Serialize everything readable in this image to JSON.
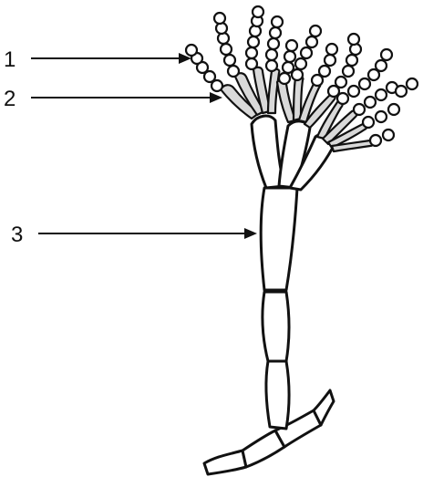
{
  "labels": [
    {
      "id": "label-1",
      "text": "1"
    },
    {
      "id": "label-2",
      "text": "2"
    },
    {
      "id": "label-3",
      "text": "3"
    }
  ],
  "colors": {
    "ink": "#111111",
    "phialide_fill": "#d9d9d9",
    "background": "#ffffff"
  }
}
